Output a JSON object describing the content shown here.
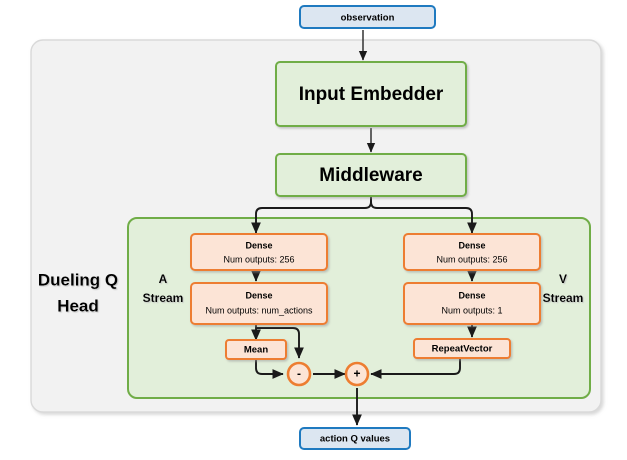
{
  "diagram": {
    "title_label": "Dueling Q Head",
    "colors": {
      "io_fill": "#dce6f1",
      "io_stroke": "#1f7ac0",
      "green_fill": "#e2efda",
      "green_stroke": "#70ad47",
      "orange_fill": "#fce4d6",
      "orange_stroke": "#ed7d31",
      "panel_fill": "#f2f2f2",
      "panel_stroke": "#d6d6d6",
      "arrow": "#1a1a1a",
      "text": "#000000"
    },
    "io_nodes": [
      {
        "id": "observation",
        "label": "observation"
      },
      {
        "id": "action-q-values",
        "label": "action Q values"
      }
    ],
    "green_blocks": [
      {
        "id": "input-embedder",
        "label": "Input Embedder"
      },
      {
        "id": "middleware",
        "label": "Middleware"
      }
    ],
    "stream_labels": {
      "advantage": "A\nStream",
      "advantage_line1": "A",
      "advantage_line2": "Stream",
      "value_line1": "V",
      "value_line2": "Stream"
    },
    "a_stream": {
      "name": "A Stream",
      "blocks": [
        {
          "id": "a-dense-1",
          "title": "Dense",
          "subtitle": "Num outputs: 256"
        },
        {
          "id": "a-dense-2",
          "title": "Dense",
          "subtitle": "Num outputs: num_actions"
        },
        {
          "id": "mean",
          "title": "Mean",
          "subtitle": ""
        }
      ]
    },
    "v_stream": {
      "name": "V Stream",
      "blocks": [
        {
          "id": "v-dense-1",
          "title": "Dense",
          "subtitle": "Num outputs: 256"
        },
        {
          "id": "v-dense-2",
          "title": "Dense",
          "subtitle": "Num outputs: 1"
        },
        {
          "id": "repeat-vector",
          "title": "RepeatVector",
          "subtitle": ""
        }
      ]
    },
    "operators": [
      {
        "id": "subtract",
        "symbol": "-",
        "name": "subtract-node"
      },
      {
        "id": "add",
        "symbol": "+",
        "name": "add-node"
      }
    ]
  }
}
